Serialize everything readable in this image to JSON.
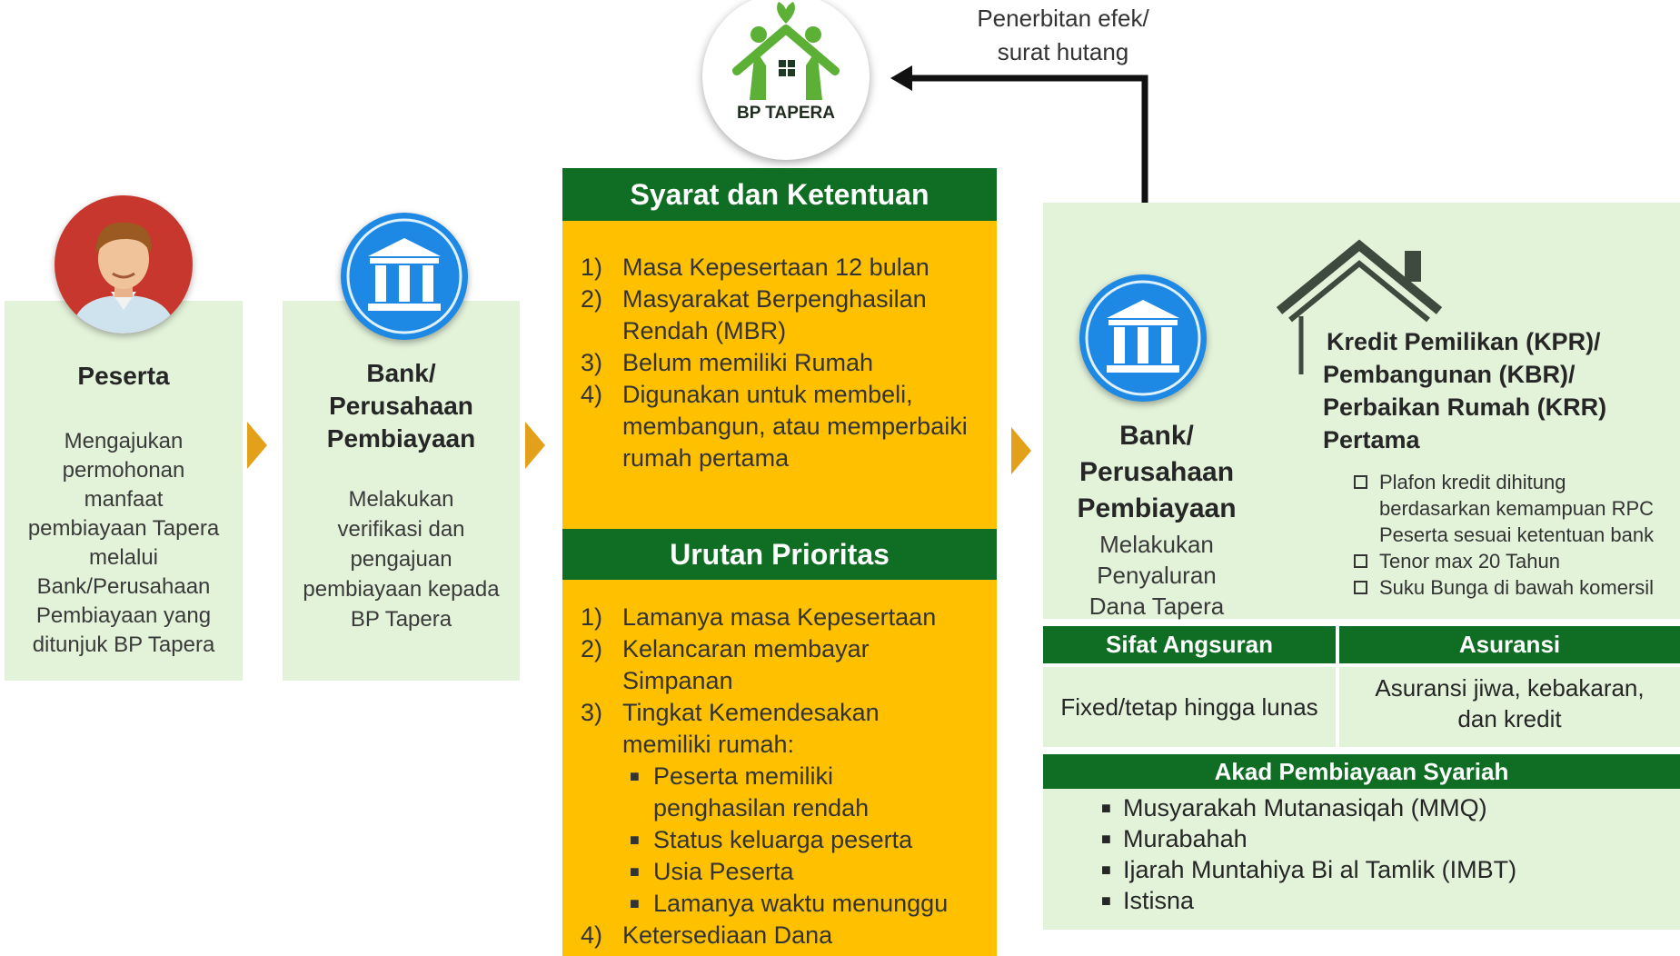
{
  "logo": {
    "text": "BP TAPERA",
    "colors": {
      "green": "#5cb035",
      "window": "#1f3a24"
    }
  },
  "arrow_label": {
    "line1": "Penerbitan efek/",
    "line2": "surat hutang"
  },
  "peserta": {
    "title": "Peserta",
    "body": [
      "Mengajukan",
      "permohonan",
      "manfaat",
      "pembiayaan Tapera",
      "melalui",
      "Bank/Perusahaan",
      "Pembiayaan yang",
      "ditunjuk BP Tapera"
    ],
    "icon": "person-avatar-icon"
  },
  "bank1": {
    "title": [
      "Bank/",
      "Perusahaan",
      "Pembiayaan"
    ],
    "body": [
      "Melakukan",
      "verifikasi dan",
      "pengajuan",
      "pembiayaan kepada",
      "BP Tapera"
    ],
    "icon": "bank-icon"
  },
  "syarat": {
    "header": "Syarat dan Ketentuan",
    "items": [
      {
        "n": "1)",
        "lines": [
          "Masa Kepesertaan 12 bulan"
        ]
      },
      {
        "n": "2)",
        "lines": [
          "Masyarakat Berpenghasilan",
          "Rendah (MBR)"
        ]
      },
      {
        "n": "3)",
        "lines": [
          "Belum memiliki Rumah"
        ]
      },
      {
        "n": "4)",
        "lines": [
          "Digunakan untuk membeli,",
          "membangun, atau memperbaiki",
          "rumah pertama"
        ]
      }
    ]
  },
  "prioritas": {
    "header": "Urutan Prioritas",
    "items": [
      {
        "n": "1)",
        "lines": [
          "Lamanya masa Kepesertaan"
        ]
      },
      {
        "n": "2)",
        "lines": [
          "Kelancaran membayar",
          "Simpanan"
        ]
      },
      {
        "n": "3)",
        "lines": [
          "Tingkat Kemendesakan",
          "memiliki rumah:"
        ]
      }
    ],
    "sub_items": [
      "Peserta memiliki",
      "penghasilan rendah",
      "Status keluarga peserta",
      "Usia Peserta",
      "Lamanya waktu menunggu"
    ],
    "last": {
      "n": "4)",
      "text": "Ketersediaan Dana"
    }
  },
  "bank2": {
    "title": [
      "Bank/",
      "Perusahaan",
      "Pembiayaan"
    ],
    "body": [
      "Melakukan",
      "Penyaluran",
      "Dana Tapera"
    ]
  },
  "kpr": {
    "title": [
      "Kredit Pemilikan (KPR)/",
      "Pembangunan (KBR)/",
      "Perbaikan Rumah (KRR)",
      "Pertama"
    ],
    "bullets": [
      "Plafon kredit dihitung",
      "berdasarkan kemampuan RPC",
      "Peserta sesuai ketentuan bank",
      "Tenor max 20 Tahun",
      "Suku Bunga di bawah komersil"
    ]
  },
  "sifat": {
    "header": "Sifat Angsuran",
    "body": "Fixed/tetap hingga lunas"
  },
  "asuransi": {
    "header": "Asuransi",
    "body": [
      "Asuransi jiwa, kebakaran,",
      "dan kredit"
    ]
  },
  "akad": {
    "header": "Akad Pembiayaan Syariah",
    "items": [
      "Musyarakah Mutanasiqah (MMQ)",
      "Murabahah",
      "Ijarah Muntahiya Bi al Tamlik (IMBT)",
      "Istisna"
    ]
  },
  "colors": {
    "panel": "#e3f3da",
    "header_green": "#0f6e23",
    "yellow": "#ffc000",
    "chevron": "#e3a01b",
    "bank_blue": "#1e88e5",
    "avatar_red": "#c8372d"
  }
}
